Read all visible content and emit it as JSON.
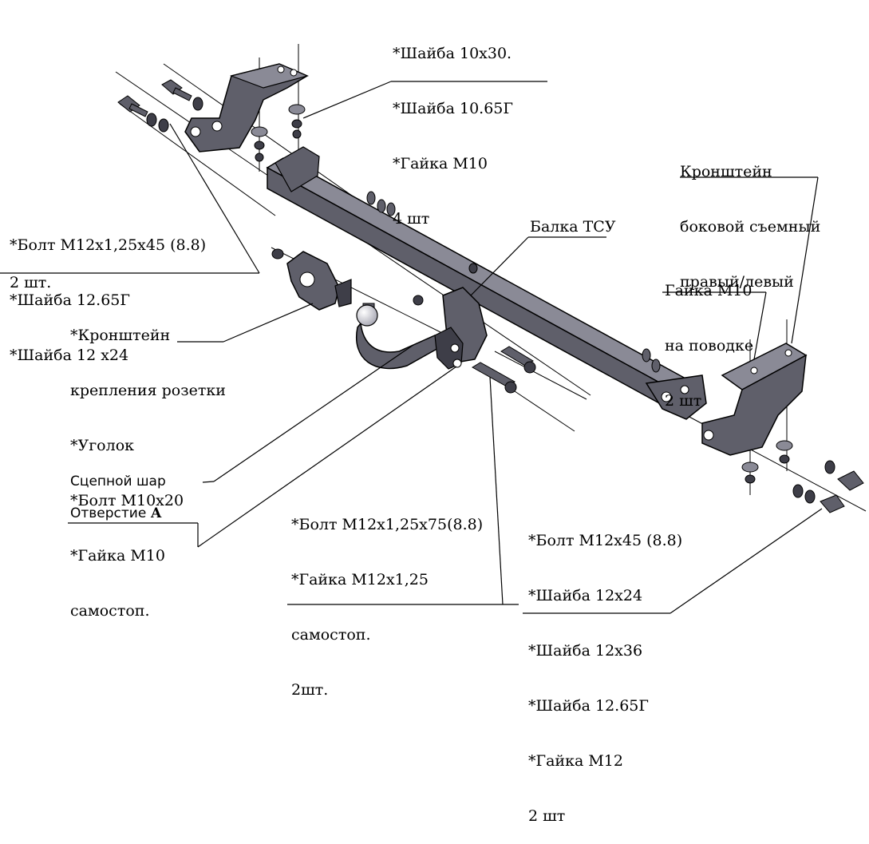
{
  "labels": {
    "washers_top": [
      "*Шайба 10x30.",
      "*Шайба 10.65Г",
      "*Гайка М10",
      "4 шт"
    ],
    "side_bracket": [
      "Кронштейн",
      "боковой съемный",
      "правый/левый"
    ],
    "bolts_left": [
      "*Болт М12x1,25x45 (8.8)",
      "*Шайба 12.65Г",
      "*Шайба 12 x24",
      "2 шт."
    ],
    "beam": "Балка ТСУ",
    "nut_leash": [
      "Гайка М10",
      "на поводке",
      "2 шт"
    ],
    "socket_bracket": [
      "*Кронштейн",
      "крепления розетки",
      "*Уголок",
      "*Болт М10x20",
      "*Гайка М10",
      "самостоп."
    ],
    "ball": "Сцепной шар",
    "hole_prefix": "Отверстие ",
    "hole_letter": "А",
    "bolt_75": [
      "*Болт М12x1,25x75(8.8)",
      "*Гайка М12x1,25",
      "самостоп.",
      "2шт."
    ],
    "bolt_45": [
      "*Болт М12x45 (8.8)",
      "*Шайба 12x24",
      "*Шайба 12x36",
      "*Шайба 12.65Г",
      "*Гайка М12",
      "2 шт"
    ]
  },
  "colors": {
    "metal": "#5f5f6a",
    "metal_dark": "#3e3e48",
    "metal_light": "#8a8a96",
    "line": "#000000",
    "ball": "#d9d9e2"
  }
}
